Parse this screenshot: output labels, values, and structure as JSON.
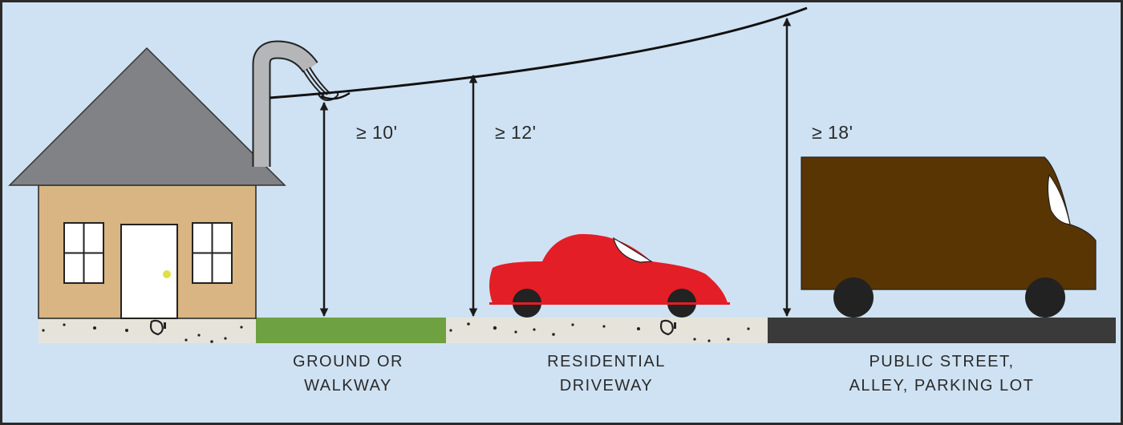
{
  "clearances": {
    "ground": "≥ 10'",
    "driveway": "≥ 12'",
    "street": "≥ 18'"
  },
  "surfaces": {
    "ground": [
      "GROUND OR",
      "WALKWAY"
    ],
    "driveway": [
      "RESIDENTIAL",
      "DRIVEWAY"
    ],
    "street": [
      "PUBLIC STREET,",
      "ALLEY, PARKING LOT"
    ]
  },
  "colors": {
    "sky": "#cfe2f3",
    "frame": "#2b2b2b",
    "roof": "#808285",
    "house_wall": "#d8b583",
    "door": "#ffffff",
    "grass": "#6ea142",
    "concrete": "#e6e4da",
    "asphalt": "#3a3a3a",
    "car": "#e31e26",
    "truck": "#5a3504",
    "mast": "#b4b6b8",
    "wire": "#111111",
    "doorknob": "#e2df43"
  }
}
